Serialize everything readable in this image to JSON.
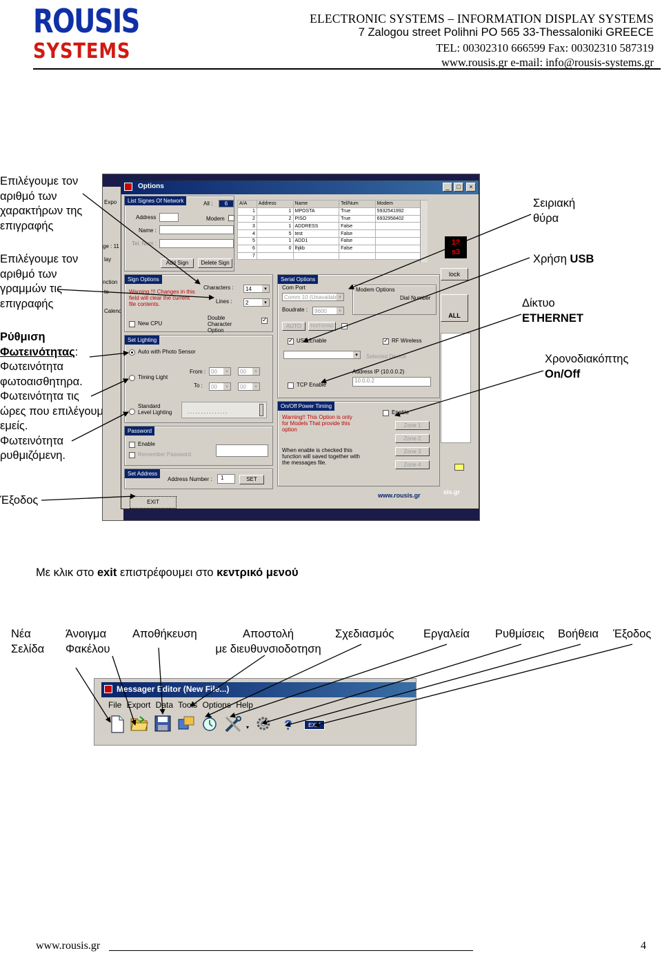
{
  "header": {
    "logo_top": "ROUSIS",
    "logo_bottom": "SYSTEMS",
    "line1": "ELECTRONIC SYSTEMS – INFORMATION DISPLAY SYSTEMS",
    "line2": "7 Zalogou street Polihni PO 565 33-Thessaloniki GREECE",
    "line3": "TEL: 00302310 666599 Fax: 00302310 587319",
    "line4": "www.rousis.gr e-mail: info@rousis-systems.gr",
    "colors": {
      "logo_blue": "#1030a8",
      "logo_red": "#d01a12"
    }
  },
  "left_notes": {
    "chars": [
      "Επιλέγουμε τον",
      "αριθμό των",
      "χαρακτήρων της",
      "επιγραφής"
    ],
    "lines": [
      "Επιλέγουμε τον",
      "αριθμό των",
      "γραμμών τις",
      "επιγραφής"
    ],
    "brightness_title": "Ρύθμιση",
    "brightness_title2": "Φωτεινότητας",
    "brightness_colon": ":",
    "brightness_body": [
      "Φωτεινότητα",
      "φωτοαισθητηρα.",
      "Φωτεινότητα τις",
      "ώρες που επιλέγουμε",
      "εμείς.",
      "Φωτεινότητα",
      "ρυθμιζόμενη."
    ],
    "exit": "Έξοδος"
  },
  "right_notes": {
    "serial": [
      "Σειριακή",
      "θύρα"
    ],
    "usb_prefix": "Χρήση",
    "usb_bold": "USB",
    "ethernet": "Δίκτυο",
    "ethernet_bold": "ETHERNET",
    "switch": "Χρονοδιακόπτης",
    "switch_bold": "On/Off"
  },
  "options_window": {
    "title": "Options",
    "list_header": "List Signes Of Network",
    "all_label": "All :",
    "all_value": "6",
    "address_label": "Address",
    "modem_label": "Modem",
    "name_label": "Name :",
    "tel_label": "Tel. Num :",
    "add_sign": "Add Sign",
    "delete_sign": "Delete Sign",
    "table_headers": [
      "A/A",
      "Address",
      "Name",
      "Tel/Num",
      "Modem"
    ],
    "table_rows": [
      [
        "1",
        "1",
        "MPOSTA",
        "True",
        "5932541992"
      ],
      [
        "2",
        "2",
        "PISO",
        "True",
        "6932958402"
      ],
      [
        "3",
        "1",
        "ADDRESS",
        "False",
        ""
      ],
      [
        "4",
        "5",
        "test",
        "False",
        ""
      ],
      [
        "5",
        "1",
        "ADD1",
        "False",
        ""
      ],
      [
        "6",
        "0",
        "lhjkb",
        "False",
        ""
      ],
      [
        "7",
        "",
        "",
        "",
        ""
      ]
    ],
    "sign_options": "Sign Options",
    "warning_sign": "Warning !!! Changes in this field will clear the current file contents.",
    "characters_label": "Characters :",
    "characters_value": "14",
    "lines_label": "Lines :",
    "lines_value": "2",
    "new_cpu": "New CPU",
    "double_char": "Double Character Option",
    "set_lighting": "Set Lighting",
    "auto_photo": "Auto with Photo Sensor",
    "timing_light": "Timing Light",
    "from_label": "From :",
    "to_label": "To :",
    "time_vals": [
      "00",
      "00",
      "00",
      "00"
    ],
    "standard_level": "Standard Level Lighting",
    "password": "Password",
    "enable": "Enable",
    "remember_pw": "Remember Password",
    "set_address": "Set Address",
    "address_number": "Address Number :",
    "address_number_value": "1",
    "set_btn": "SET",
    "exit_btn": "EXIT",
    "serial_options": "Serial Options",
    "com_port": "Com Port",
    "com_value": "Comm 10 (Unavailable)",
    "boudrate": "Boudrate :",
    "boudrate_value": "9600",
    "auto_btn": "AUTO",
    "fast_btn": "FAST/SYNC",
    "modem_options": "Modem Options",
    "dial_number": "Dial Number",
    "usb_enable": "USB Enable",
    "rf_wireless": "RF Wireless",
    "selected_device": "Selected Device",
    "tcp_enable": "TCP Enable",
    "address_ip": "Address IP (10.0.0.2)",
    "ip_value": "10.0.0.2",
    "onoff_timing": "On/Off Power Timing",
    "warning_onoff": "Warning!! This Option is only for Models That provide this option",
    "onoff_enable": "Enable",
    "zones": [
      "Zone 1",
      "Zone 2",
      "Zone 3",
      "Zone 4"
    ],
    "onoff_note": "When enable is checked this function will saved together with the messages file.",
    "website": "www.rousis.gr",
    "side_menu": [
      "Expo",
      "ge : 11",
      "lay",
      "nction",
      "to",
      "Calend"
    ],
    "clock_label": "lock",
    "all_btn": "ALL",
    "rousis_tag": "sis.gr",
    "digits": [
      "12",
      "s3"
    ]
  },
  "caption": {
    "part1": "Με κλικ στο",
    "exit": "exit",
    "part2": "επιστρέφουμει στο",
    "menu": "κεντρικό μενού"
  },
  "toolbar_labels": [
    [
      "Νέα",
      "Σελίδα"
    ],
    [
      "Άνοιγμα",
      "Φακέλου"
    ],
    [
      "Αποθήκευση",
      ""
    ],
    [
      "Αποστολή",
      "με διευθυνσιοδοτηση"
    ],
    [
      "Σχεδιασμός",
      ""
    ],
    [
      "Εργαλεία",
      ""
    ],
    [
      "Ρυθμίσεις",
      ""
    ],
    [
      "Βοήθεια",
      ""
    ],
    [
      "Έξοδος",
      ""
    ]
  ],
  "messager": {
    "title": "Messager Editor (New File...)",
    "menu": "File  Export Data  Tools  Options  Help",
    "exit_btn": "EXIT",
    "icons": [
      "new-page-icon",
      "open-folder-icon",
      "save-disk-icon",
      "send-icon",
      "design-clock-icon",
      "tools-icon",
      "settings-gear-icon",
      "help-icon",
      "exit-icon"
    ]
  },
  "footer": {
    "url": "www.rousis.gr",
    "page": "4"
  }
}
